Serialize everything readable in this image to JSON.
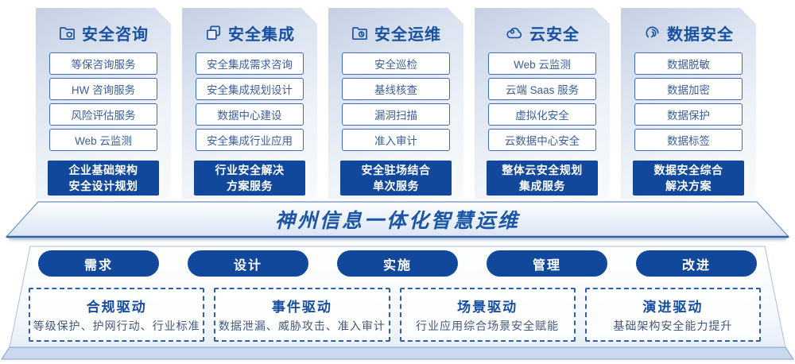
{
  "diagram": {
    "banner_title": "神州信息一体化智慧运维",
    "columns": [
      {
        "title": "安全咨询",
        "icon": "folder-shield-icon",
        "items": [
          "等保咨询服务",
          "HW 咨询服务",
          "风险评估服务",
          "Web 云监测"
        ],
        "highlight": [
          "企业基础架构",
          "安全设计规划"
        ]
      },
      {
        "title": "安全集成",
        "icon": "copy-docs-icon",
        "items": [
          "安全集成需求咨询",
          "安全集成规划设计",
          "数据中心建设",
          "安全集成行业应用"
        ],
        "highlight": [
          "行业安全解决",
          "方案服务"
        ]
      },
      {
        "title": "安全运维",
        "icon": "folder-clock-icon",
        "items": [
          "安全巡检",
          "基线核查",
          "漏洞扫描",
          "准入审计"
        ],
        "highlight": [
          "安全驻场结合",
          "单次服务"
        ]
      },
      {
        "title": "云安全",
        "icon": "cloud-icon",
        "items": [
          "Web 云监测",
          "云端 Saas 服务",
          "虚拟化安全",
          "云数据中心安全"
        ],
        "highlight": [
          "整体云安全规划",
          "集成服务"
        ]
      },
      {
        "title": "数据安全",
        "icon": "fingerprint-icon",
        "items": [
          "数据脱敏",
          "数据加密",
          "数据保护",
          "数据标签"
        ],
        "highlight": [
          "数据安全综合",
          "解决方案"
        ]
      }
    ],
    "process_pills": [
      "需求",
      "设计",
      "实施",
      "管理",
      "改进"
    ],
    "drivers": [
      {
        "title": "合规驱动",
        "desc": "等级保护、护网行动、行业标准"
      },
      {
        "title": "事件驱动",
        "desc": "数据泄漏、威胁攻击、准入审计"
      },
      {
        "title": "场景驱动",
        "desc": "行业应用综合场景安全赋能"
      },
      {
        "title": "演进驱动",
        "desc": "基础架构安全能力提升"
      }
    ],
    "colors": {
      "primary": "#12489b",
      "title_blue": "#17519f",
      "item_border": "#3f6cb5",
      "item_text": "#3c5e99",
      "banner_text": "#1a55a6"
    }
  }
}
